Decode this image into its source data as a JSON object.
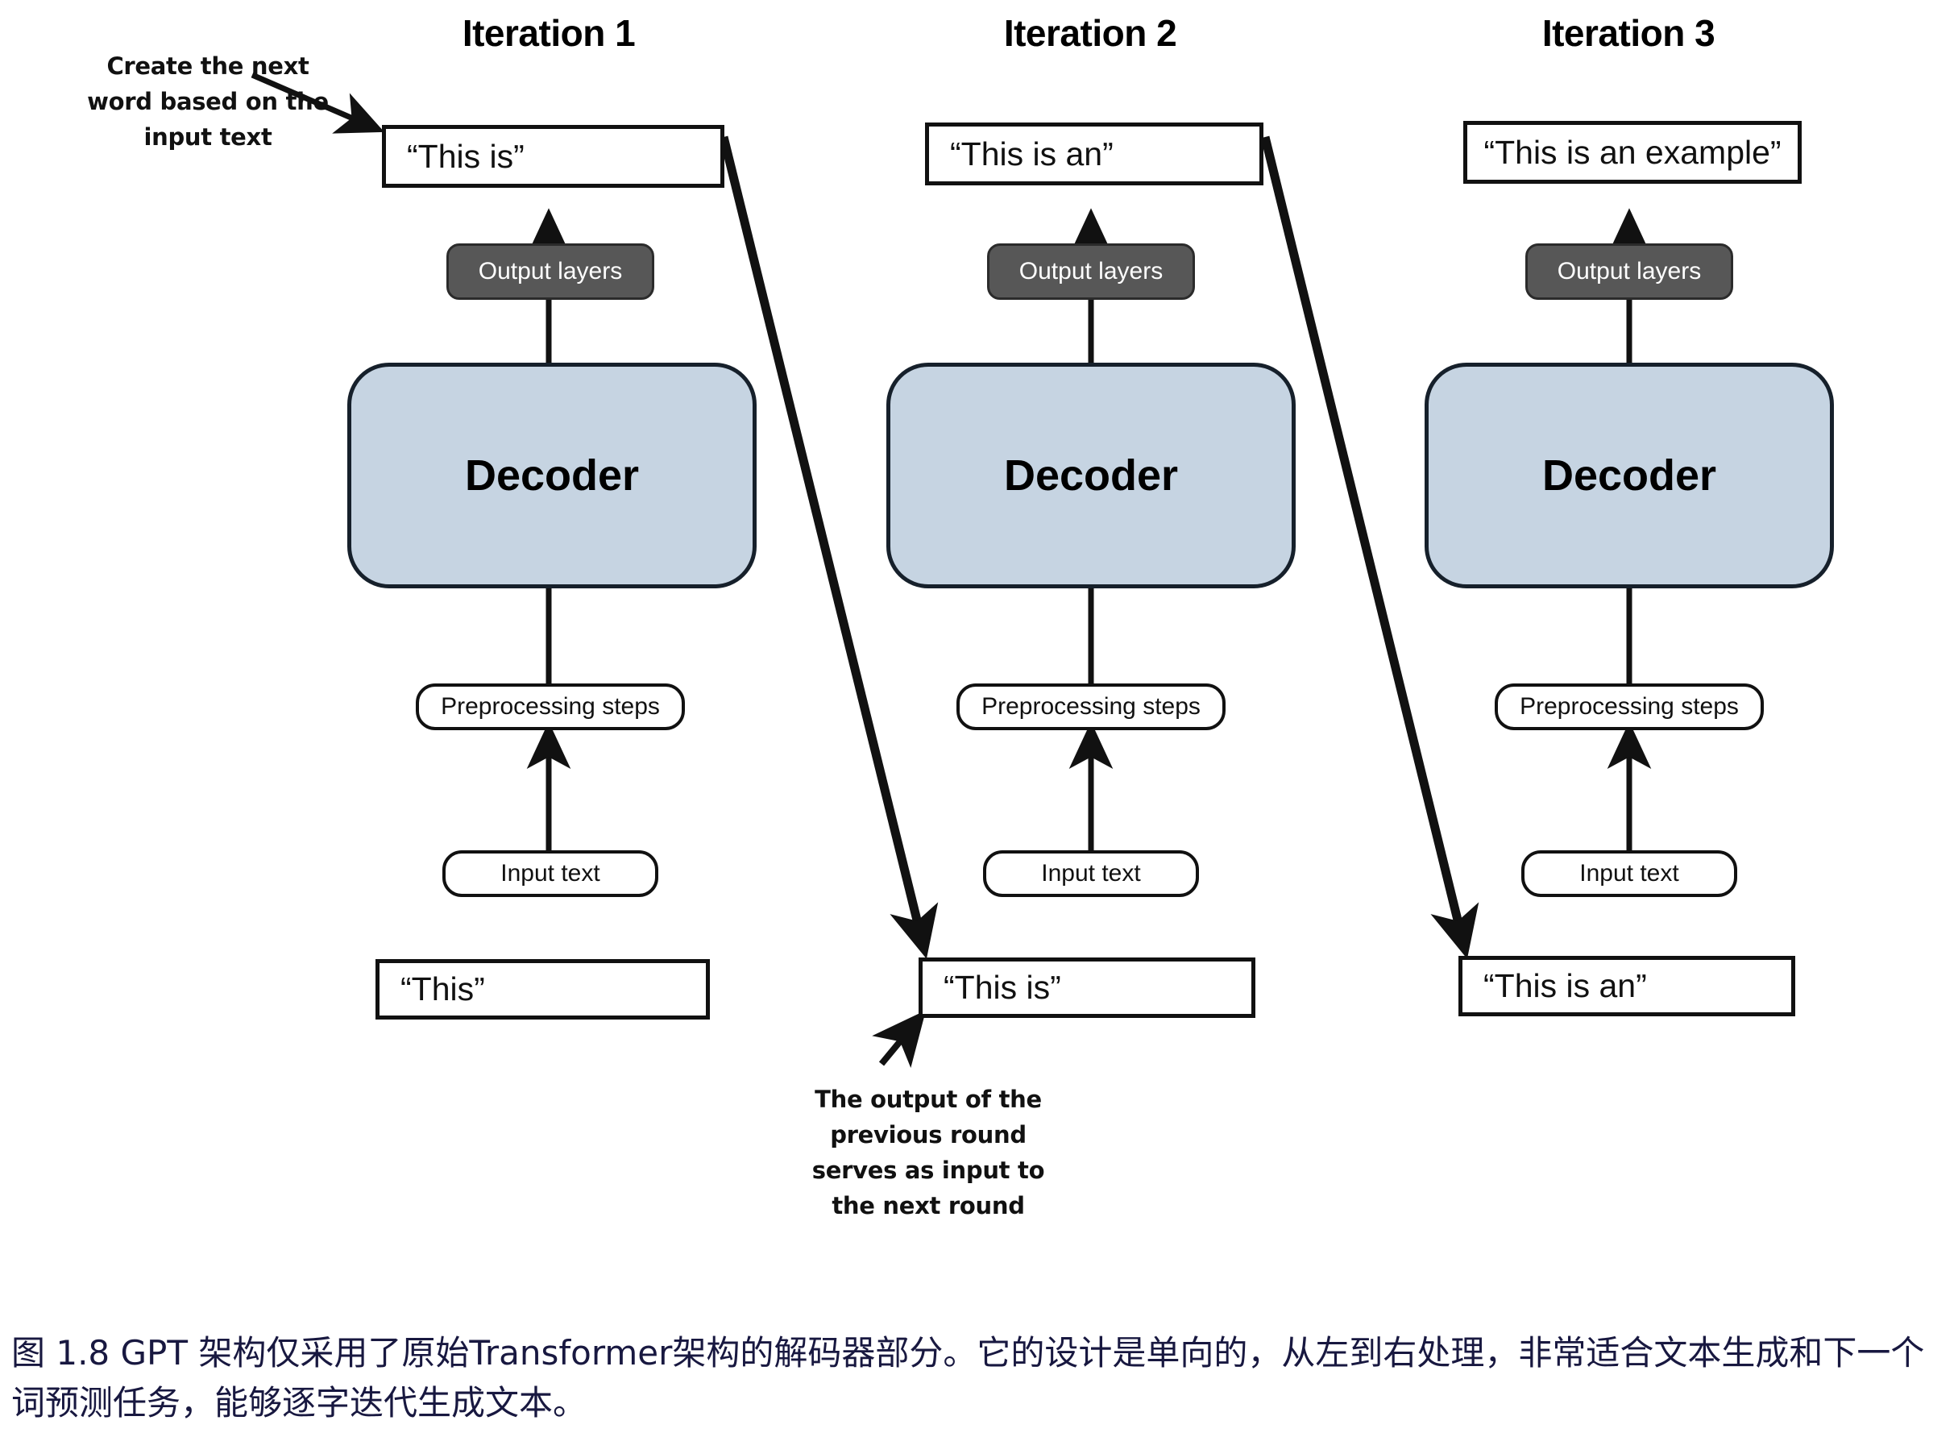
{
  "figure": {
    "caption": "图 1.8  GPT 架构仅采用了原始Transformer架构的解码器部分。它的设计是单向的，从左到右处理，非常适合文本生成和下一个词预测任务，能够逐字迭代生成文本。",
    "caption_color": "#181840"
  },
  "annotations": {
    "top_left": "Create the next\nword based on the\ninput text",
    "top_left_lines": [
      "Create the next",
      "word based on the",
      "input text"
    ],
    "bottom_middle_lines": [
      "The output of the",
      "previous round",
      "serves as input to",
      "the next round"
    ]
  },
  "palette": {
    "decoder_fill": "#c6d4e2",
    "decoder_border": "#16202b",
    "output_layers_fill": "#575757",
    "output_layers_text": "#ffffff",
    "box_border": "#111111",
    "page_background": "#ffffff"
  },
  "columns": [
    {
      "title": "Iteration 1",
      "output_text": "“This is”",
      "output_layers_label": "Output layers",
      "decoder_label": "Decoder",
      "preprocessing_label": "Preprocessing steps",
      "input_label": "Input text",
      "input_text": "“This”"
    },
    {
      "title": "Iteration 2",
      "output_text": "“This is an”",
      "output_layers_label": "Output layers",
      "decoder_label": "Decoder",
      "preprocessing_label": "Preprocessing steps",
      "input_label": "Input text",
      "input_text": "“This is”"
    },
    {
      "title": "Iteration 3",
      "output_text": "“This is an example”",
      "output_layers_label": "Output layers",
      "decoder_label": "Decoder",
      "preprocessing_label": "Preprocessing steps",
      "input_label": "Input text",
      "input_text": "“This is an”"
    }
  ]
}
